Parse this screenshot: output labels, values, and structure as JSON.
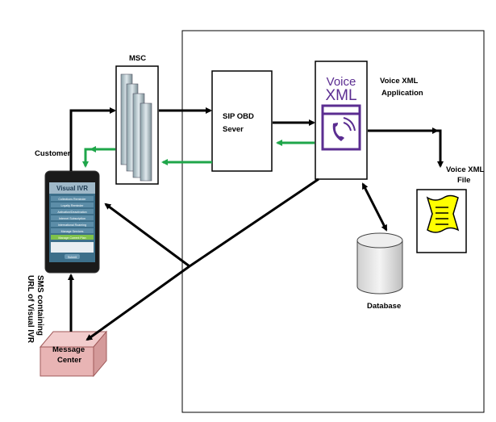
{
  "labels": {
    "msc": "MSC",
    "sip_line1": "SIP OBD",
    "sip_line2": "Sever",
    "vxml_app_line1": "Voice XML",
    "vxml_app_line2": "Application",
    "vxml_file_line1": "Voice XML",
    "vxml_file_line2": "File",
    "customer": "Customer",
    "database": "Database",
    "message_center_line1": "Message",
    "message_center_line2": "Center",
    "sms_line1": "SMS containing",
    "sms_line2": "URL of Visual IVR"
  },
  "logo": {
    "voice": "Voice",
    "xml": "XML"
  },
  "phone": {
    "title": "Visual IVR",
    "menu": [
      "Collections Reminder",
      "Loyalty Reminder",
      "Activation/Deactivation",
      "Internet Subscription",
      "International Roaming",
      "Manage Services",
      "Manage Current Plan"
    ],
    "footer_button": "Submit"
  },
  "colors": {
    "black_arrow": "#000000",
    "green_arrow": "#1fa64a",
    "logo_purple": "#5b2d91",
    "file_yellow": "#ffff00",
    "message_center": "#e8b4b4",
    "phone_screen": "#3d6f8a"
  }
}
